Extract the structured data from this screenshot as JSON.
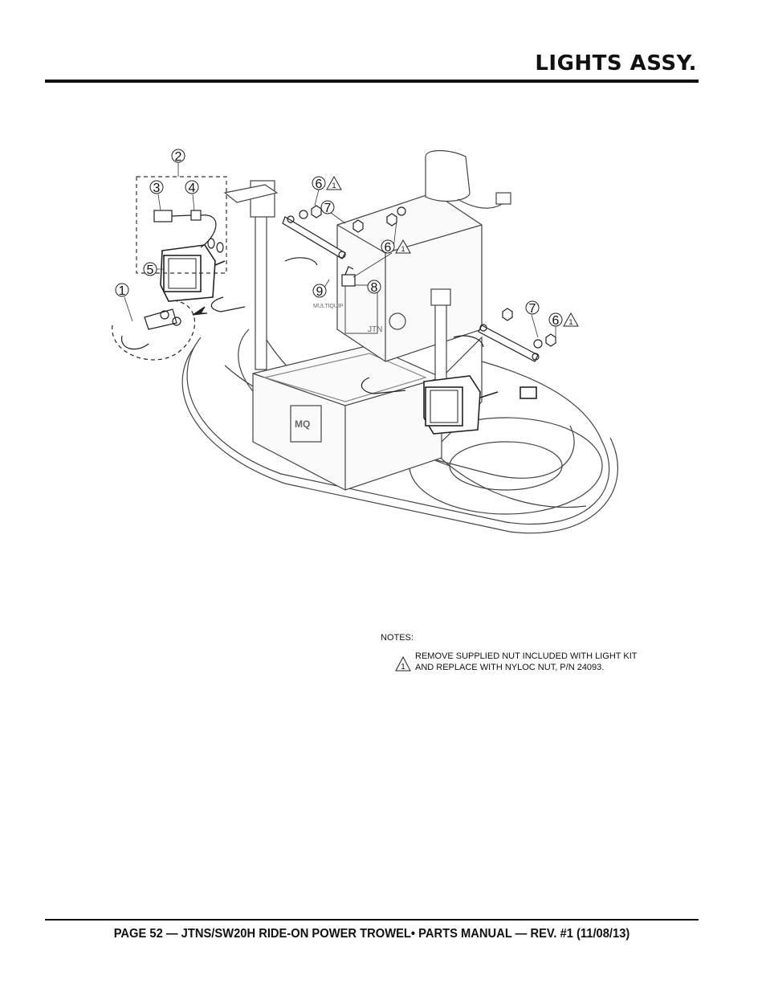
{
  "header": {
    "title": "LIGHTS ASSY."
  },
  "diagram": {
    "callouts": {
      "c1": "1",
      "c2": "2",
      "c3": "3",
      "c4": "4",
      "c5": "5",
      "c6a": "6",
      "c6b": "6",
      "c6c": "6",
      "c7a": "7",
      "c7b": "7",
      "c8": "8",
      "c9": "9",
      "tri": "1"
    },
    "hood_labels": {
      "brand": "MULTIQUIP",
      "model": "JTN",
      "logo": "MQ"
    }
  },
  "notes": {
    "heading": "NOTES:",
    "items": [
      {
        "marker": "1",
        "text": "REMOVE SUPPLIED NUT INCLUDED WITH LIGHT KIT AND REPLACE WITH NYLOC NUT, P/N 24093."
      }
    ]
  },
  "footer": {
    "text": "PAGE 52 — JTNS/SW20H RIDE-ON POWER TROWEL• PARTS MANUAL — REV. #1 (11/08/13)"
  }
}
